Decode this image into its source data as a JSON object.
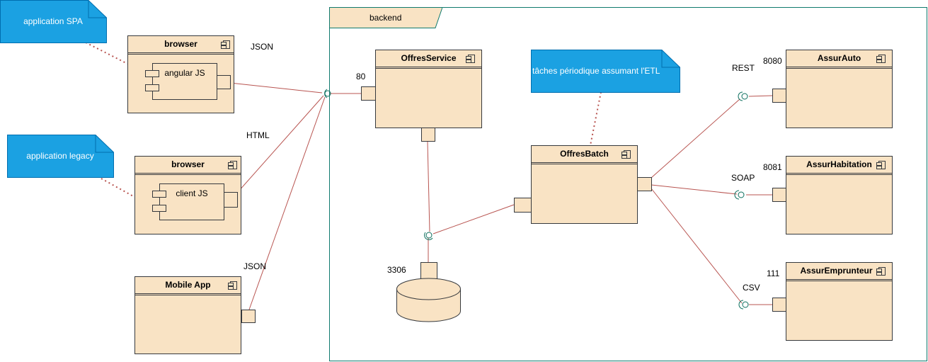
{
  "notes": {
    "spa": "application SPA",
    "legacy": "application legacy",
    "etl": "tâches périodique assumant l'ETL"
  },
  "backend": {
    "label": "backend"
  },
  "components": {
    "browser1": {
      "title": "browser",
      "inner": "angular JS"
    },
    "browser2": {
      "title": "browser",
      "inner": "client JS"
    },
    "mobile": {
      "title": "Mobile App"
    },
    "offres_service": {
      "title": "OffresService"
    },
    "offres_batch": {
      "title": "OffresBatch"
    },
    "assur_auto": {
      "title": "AssurAuto"
    },
    "assur_habitation": {
      "title": "AssurHabitation"
    },
    "assur_emprunteur": {
      "title": "AssurEmprunteur"
    }
  },
  "labels": {
    "json1": "JSON",
    "html": "HTML",
    "json2": "JSON",
    "port80": "80",
    "port3306": "3306",
    "rest": "REST",
    "port8080": "8080",
    "soap": "SOAP",
    "port8081": "8081",
    "csv": "CSV",
    "port111": "111"
  }
}
